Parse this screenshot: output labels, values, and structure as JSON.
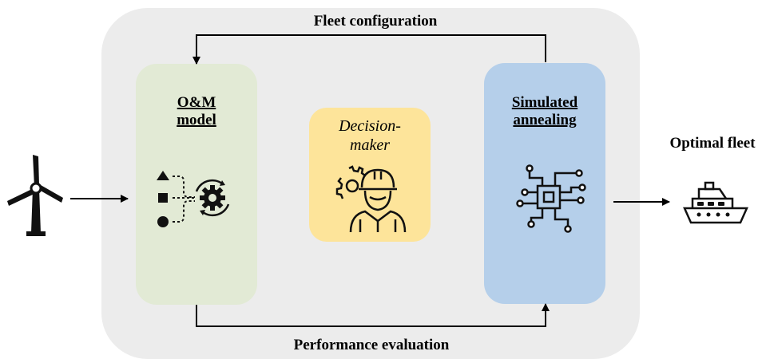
{
  "labels": {
    "fleet_configuration": "Fleet configuration",
    "performance_evaluation": "Performance evaluation",
    "optimal_fleet": "Optimal fleet"
  },
  "om_model": {
    "line1": "O&M",
    "line2": "model",
    "icon": "shapes-to-gear-icon"
  },
  "decision_maker": {
    "line1": "Decision-",
    "line2": "maker",
    "icon": "engineer-icon"
  },
  "simulated_annealing": {
    "line1": "Simulated",
    "line2": "annealing",
    "icon": "circuit-chip-icon"
  },
  "inputs": {
    "icon": "wind-turbine-icon"
  },
  "outputs": {
    "icon": "ship-icon"
  }
}
